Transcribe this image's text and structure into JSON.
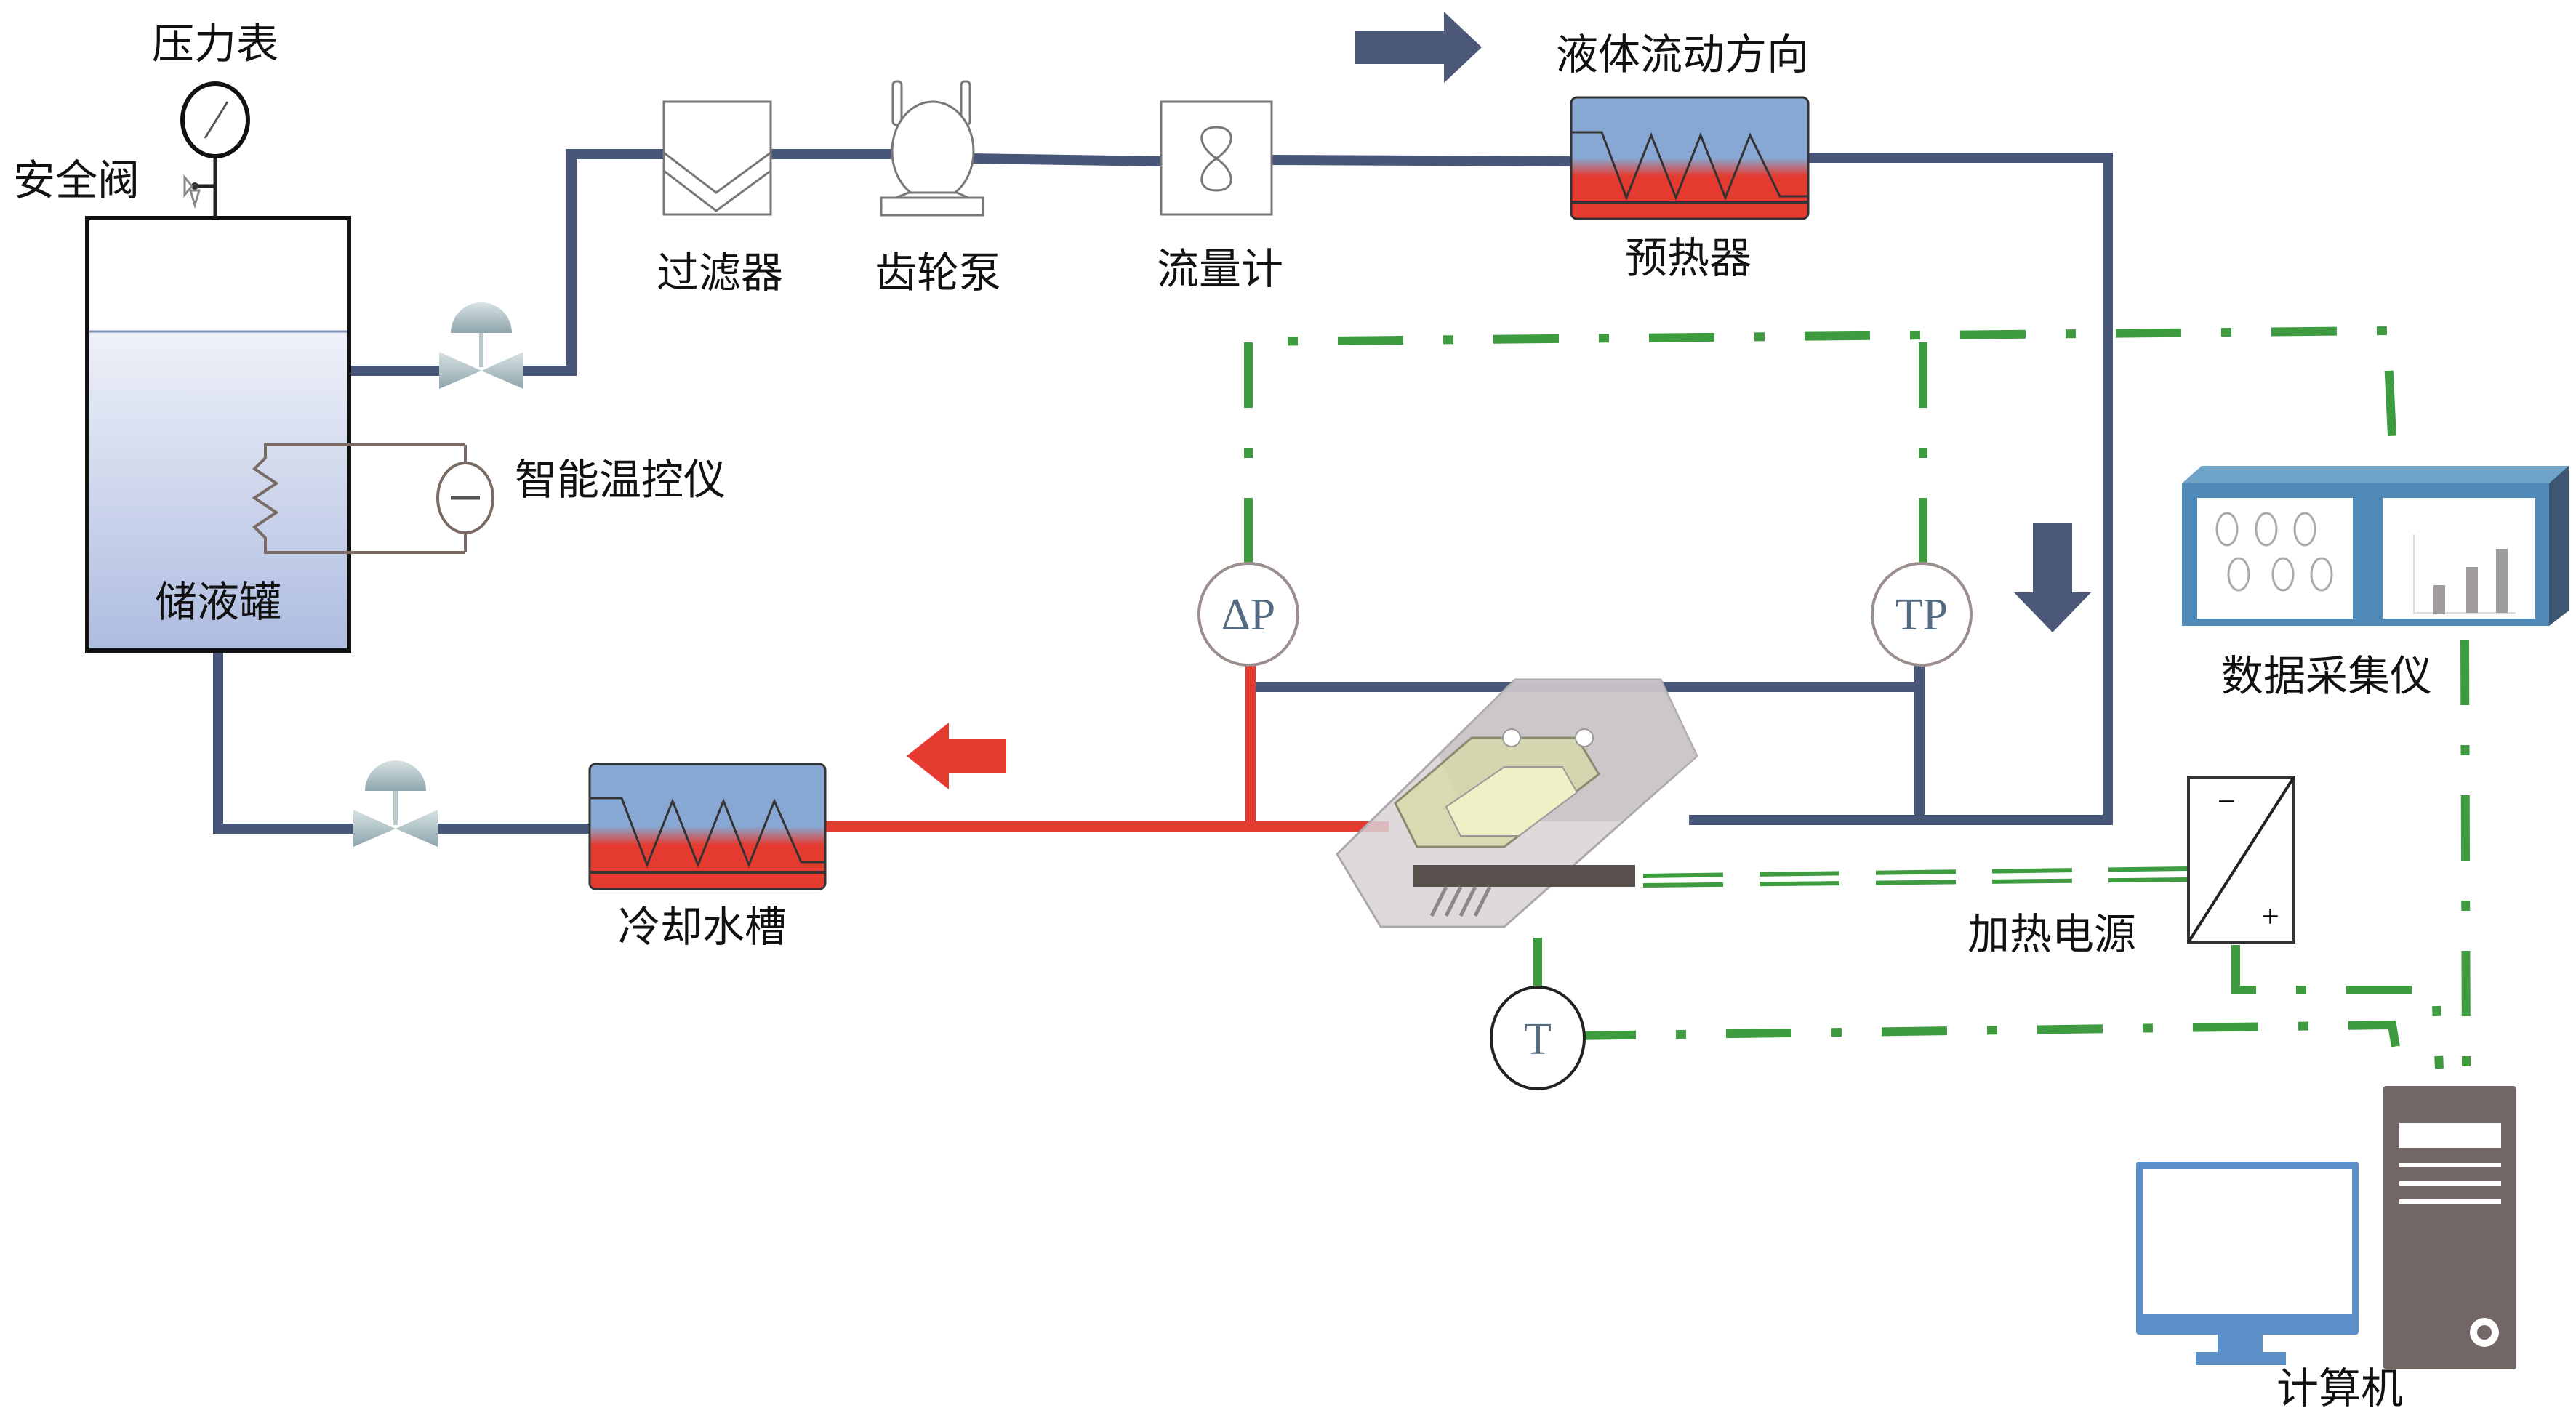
{
  "title": "微通道流动沸腾实验系统示意图",
  "labels": {
    "pressure_gauge": "压力表",
    "safety_valve": "安全阀",
    "tank": "储液罐",
    "temp_controller": "智能温控仪",
    "filter": "过滤器",
    "gear_pump": "齿轮泵",
    "flowmeter": "流量计",
    "flow_direction": "液体流动方向",
    "preheater": "预热器",
    "daq": "数据采集仪",
    "heating_power": "加热电源",
    "computer": "计算机",
    "cooling_tank": "冷却水槽"
  },
  "sensors": {
    "dp": "ΔP",
    "tp": "TP",
    "t": "T"
  },
  "power_supply": {
    "minus": "−",
    "plus": "+"
  },
  "colors": {
    "pipe": "#48567a",
    "hot_pipe": "#e53a30",
    "signal": "#3f9b3f",
    "liquid": "#b7c4e4",
    "daq_body": "#4f89b8",
    "monitor": "#5a8fc7",
    "tower": "#736765"
  }
}
